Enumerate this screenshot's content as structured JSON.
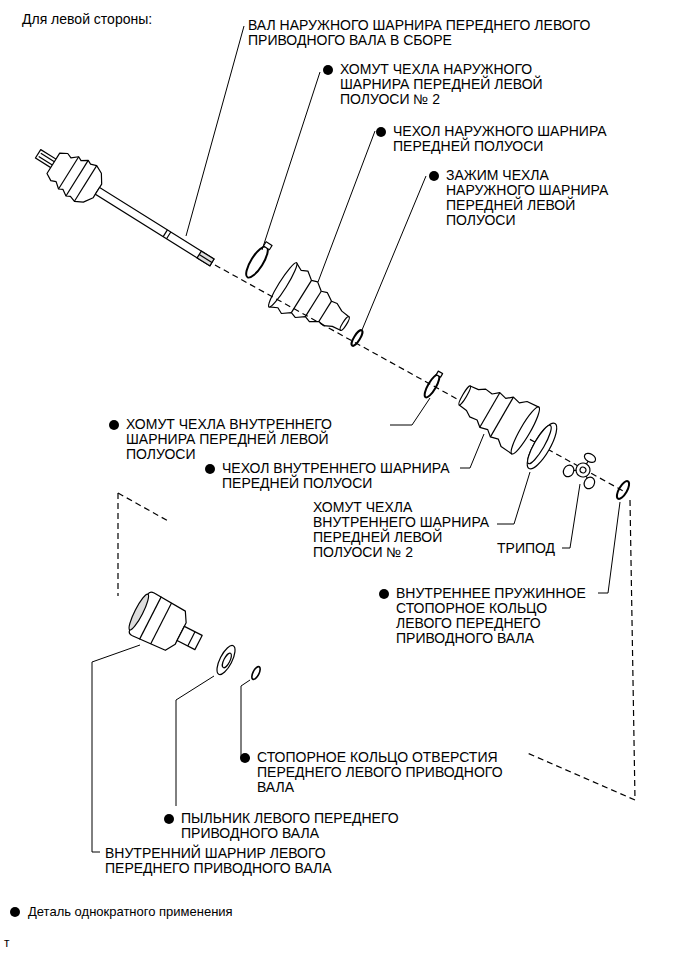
{
  "diagram": {
    "title": "Для левой стороны:",
    "labels": [
      "ВАЛ НАРУЖНОГО ШАРНИРА ПЕРЕДНЕГО ЛЕВОГО ПРИВОДНОГО ВАЛА В СБОРЕ",
      "ХОМУТ ЧЕХЛА НАРУЖНОГО ШАРНИРА ПЕРЕДНЕЙ ЛЕВОЙ ПОЛУОСИ № 2",
      "ЧЕХОЛ НАРУЖНОГО ШАРНИРА ПЕРЕДНЕЙ ПОЛУОСИ",
      "ЗАЖИМ ЧЕХЛА НАРУЖНОГО ШАРНИРА ПЕРЕДНЕЙ ЛЕВОЙ ПОЛУОСИ",
      "ХОМУТ ЧЕХЛА ВНУТРЕННЕГО ШАРНИРА ПЕРЕДНЕЙ ЛЕВОЙ ПОЛУОСИ",
      "ЧЕХОЛ ВНУТРЕННЕГО ШАРНИРА ПЕРЕДНЕЙ ПОЛУОСИ",
      "ХОМУТ ЧЕХЛА ВНУТРЕННЕГО ШАРНИРА ПЕРЕДНЕЙ ЛЕВОЙ ПОЛУОСИ № 2",
      "ТРИПОД",
      "ВНУТРЕННЕЕ ПРУЖИННОЕ СТОПОРНОЕ КОЛЬЦО ЛЕВОГО ПЕРЕДНЕГО ПРИВОДНОГО ВАЛА",
      "СТОПОРНОЕ КОЛЬЦО ОТВЕРСТИЯ ПЕРЕДНЕГО ЛЕВОГО ПРИВОДНОГО ВАЛА",
      "ПЫЛЬНИК ЛЕВОГО ПЕРЕДНЕГО ПРИВОДНОГО ВАЛА",
      "ВНУТРЕННИЙ ШАРНИР ЛЕВОГО ПЕРЕДНЕГО ПРИВОДНОГО ВАЛА",
      "т"
    ],
    "legend": [
      {
        "text": "Деталь однократного применения"
      }
    ]
  }
}
